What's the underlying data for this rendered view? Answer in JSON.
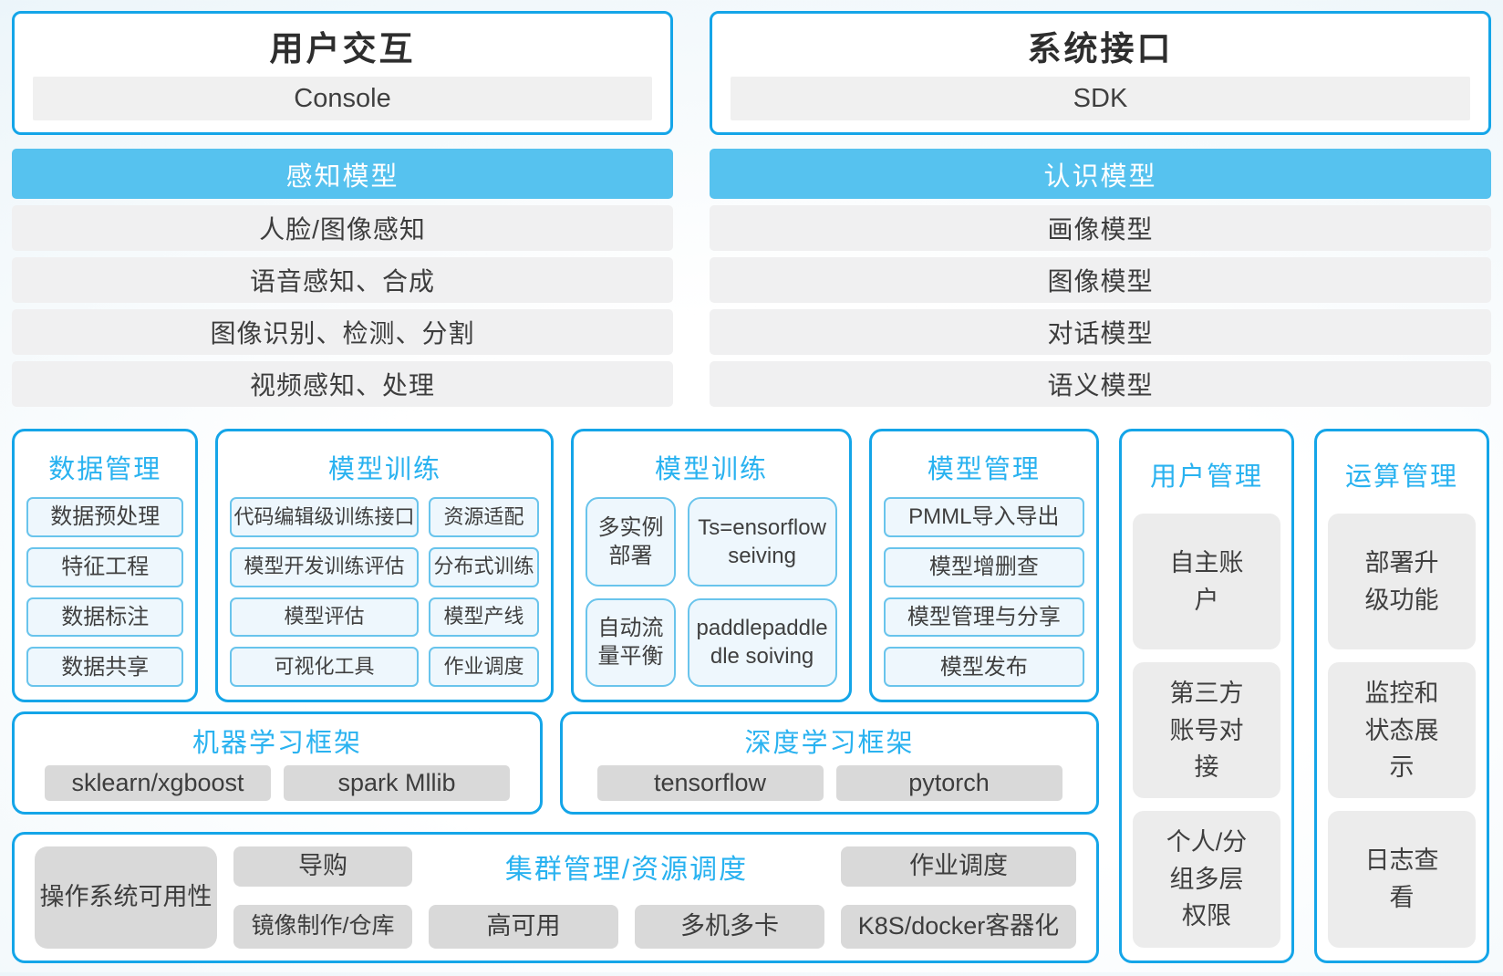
{
  "palette": {
    "border_blue": "#14a5e8",
    "band_blue": "#56c2ef",
    "title_blue": "#29b2f0",
    "row_gray": "#f0f0f1",
    "cell_gray": "#d9d9d9",
    "side_cell_gray": "#ececec",
    "light_blue_cell_bg": "#eef7fd",
    "light_blue_cell_border": "#69c4ec",
    "text_dark": "#3f3f3f"
  },
  "top": {
    "left": {
      "title": "用户交互",
      "item": "Console"
    },
    "right": {
      "title": "系统接口",
      "item": "SDK"
    }
  },
  "model_bands": {
    "left": {
      "header": "感知模型",
      "rows": [
        "人脸/图像感知",
        "语音感知、合成",
        "图像识别、检测、分割",
        "视频感知、处理"
      ]
    },
    "right": {
      "header": "认识模型",
      "rows": [
        "画像模型",
        "图像模型",
        "对话模型",
        "语义模型"
      ]
    }
  },
  "middle_boxes": {
    "data_management": {
      "title": "数据管理",
      "items": [
        "数据预处理",
        "特征工程",
        "数据标注",
        "数据共享"
      ]
    },
    "model_training_1": {
      "title": "模型训练",
      "items": [
        "代码编辑级训练接口",
        "资源适配",
        "模型开发训练评估",
        "分布式训练",
        "模型评估",
        "模型产线",
        "可视化工具",
        "作业调度"
      ]
    },
    "model_training_2": {
      "title": "模型训练",
      "items": [
        "多实例部署",
        "Ts=ensorflow seiving",
        "自动流量平衡",
        "paddlepaddle dle soiving"
      ]
    },
    "model_management": {
      "title": "模型管理",
      "items": [
        "PMML导入导出",
        "模型增删查",
        "模型管理与分享",
        "模型发布"
      ]
    }
  },
  "frameworks": {
    "ml": {
      "title": "机器学习框架",
      "items": [
        "sklearn/xgboost",
        "spark Mllib"
      ]
    },
    "dl": {
      "title": "深度学习框架",
      "items": [
        "tensorflow",
        "pytorch"
      ]
    }
  },
  "cluster": {
    "title": "集群管理/资源调度",
    "big_cell": "操作系统可用性",
    "top_row": [
      "导购",
      "作业调度"
    ],
    "bottom_row": [
      "镜像制作/仓库",
      "高可用",
      "多机多卡",
      "K8S/docker客器化"
    ]
  },
  "side_panels": {
    "user": {
      "title": "用户管理",
      "items": [
        "自主账户",
        "第三方账号对接",
        "个人/分组多层权限"
      ]
    },
    "ops": {
      "title": "运算管理",
      "items": [
        "部署升级功能",
        "监控和状态展示",
        "日志查看"
      ]
    }
  }
}
